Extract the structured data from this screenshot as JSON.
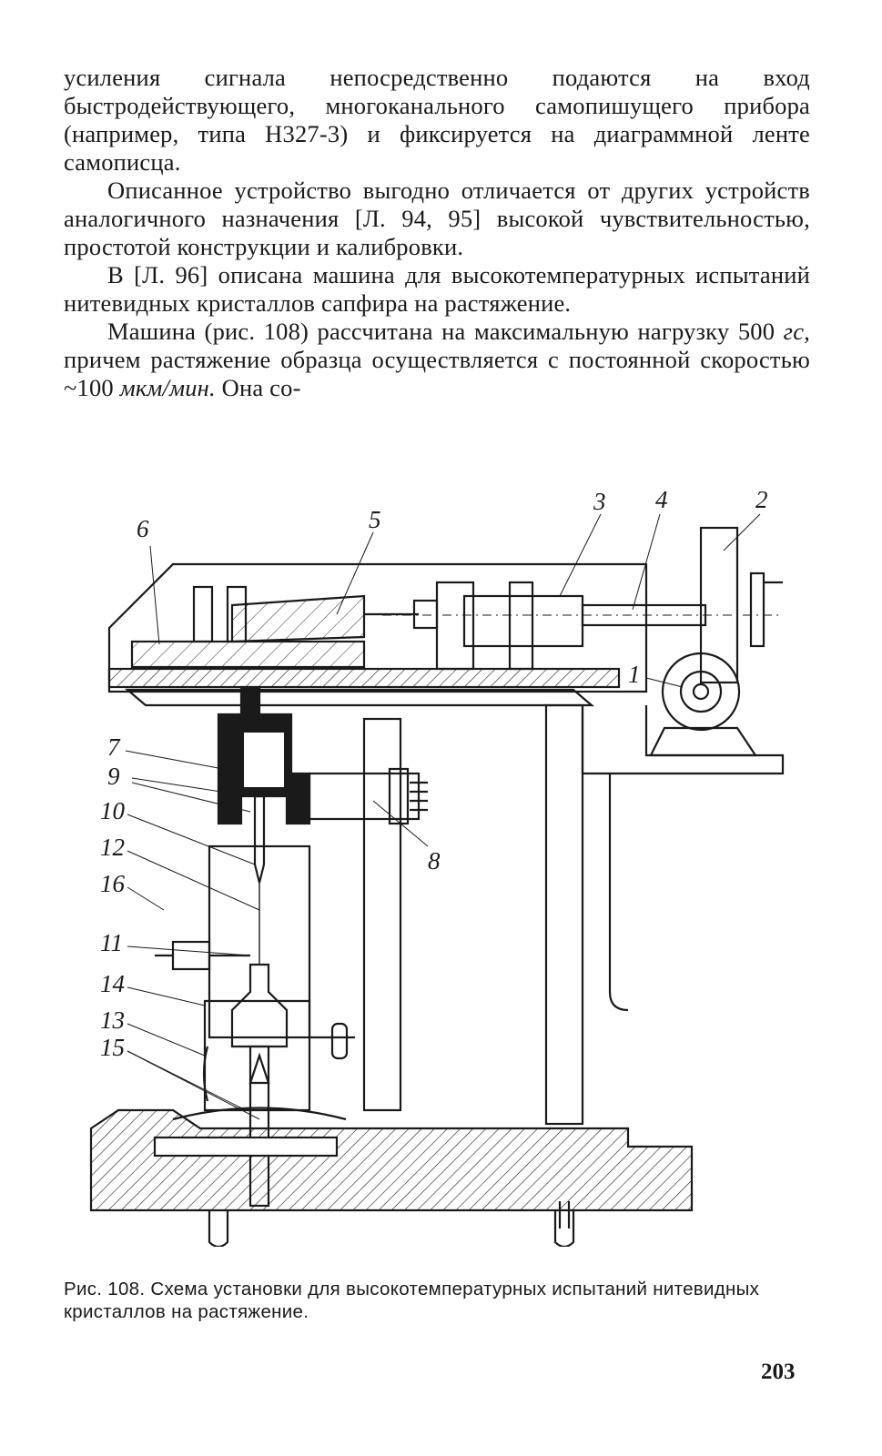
{
  "body": {
    "paragraphs": [
      {
        "indent": false,
        "parts": [
          {
            "text": "усиления сигнала непосредственно подаются на вход быстродействующего, многоканального самопишущего прибора (например, типа Н327-3) и фиксируется на диаграммной ленте самописца."
          }
        ]
      },
      {
        "indent": true,
        "parts": [
          {
            "text": "Описанное устройство выгодно отличается от других устройств аналогичного назначения [Л. 94, 95] высокой чувствительностью, простотой конструкции и калибровки."
          }
        ]
      },
      {
        "indent": true,
        "parts": [
          {
            "text": "В [Л. 96] описана машина для высокотемпературных испытаний нитевидных кристаллов сапфира на растяжение."
          }
        ]
      },
      {
        "indent": true,
        "parts": [
          {
            "text": "Машина (рис. 108) рассчитана на максимальную нагрузку 500 "
          },
          {
            "text": "гс,",
            "italic": true
          },
          {
            "text": " причем растяжение образца осуществляется с постоянной скоростью ~100 "
          },
          {
            "text": "мкм/мин.",
            "italic": true
          },
          {
            "text": " Она со-"
          }
        ]
      }
    ]
  },
  "figure": {
    "labels": {
      "l1": "1",
      "l2": "2",
      "l3": "3",
      "l4": "4",
      "l5": "5",
      "l6": "6",
      "l7": "7",
      "l8": "8",
      "l9": "9",
      "l10": "10",
      "l11": "11",
      "l12": "12",
      "l13": "13",
      "l14": "14",
      "l15": "15",
      "l16": "16"
    }
  },
  "caption": {
    "text": "Рис. 108. Схема установки для высокотемпературных испытаний нитевидных кристаллов на растяжение."
  },
  "page_number": "203"
}
